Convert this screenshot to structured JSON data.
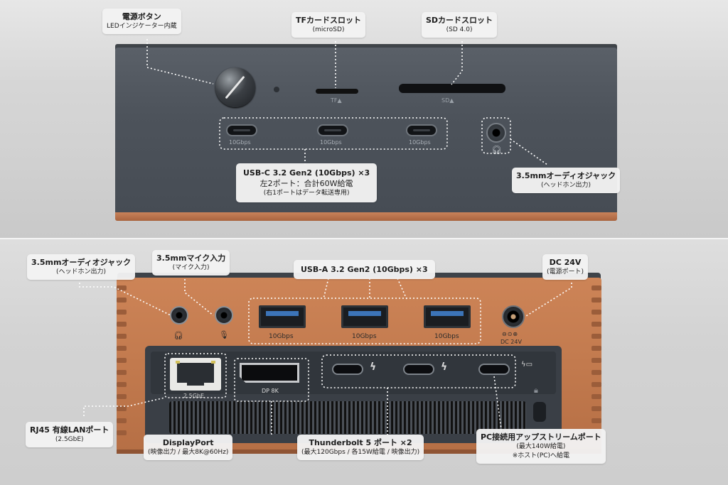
{
  "callouts": {
    "power": {
      "title": "電源ボタン",
      "sub": "LEDインジケーター内蔵"
    },
    "tf": {
      "title": "TFカードスロット",
      "sub": "(microSD)"
    },
    "sd": {
      "title": "SDカードスロット",
      "sub": "(SD 4.0)"
    },
    "usbc_front": {
      "title": "USB-C 3.2 Gen2 (10Gbps) ×3",
      "line2": "左2ポート：合計60W給電",
      "line3": "(右1ポートはデータ転送専用)"
    },
    "audio_front": {
      "title": "3.5mmオーディオジャック",
      "sub": "(ヘッドホン出力)"
    },
    "audio_rear": {
      "title": "3.5mmオーディオジャック",
      "sub": "(ヘッドホン出力)"
    },
    "mic_rear": {
      "title": "3.5mmマイク入力",
      "sub": "(マイク入力)"
    },
    "usba_rear": {
      "title": "USB-A 3.2 Gen2 (10Gbps) ×3"
    },
    "dc": {
      "title": "DC 24V",
      "sub": "(電源ポート)"
    },
    "rj45": {
      "title": "RJ45 有線LANポート",
      "sub": "(2.5GbE)"
    },
    "displayport": {
      "title": "DisplayPort",
      "sub": "(映像出力 / 最大8K@60Hz)"
    },
    "thunderbolt": {
      "title": "Thunderbolt 5 ポート ×2",
      "sub": "(最大120Gbps / 各15W給電 / 映像出力)"
    },
    "upstream": {
      "title": "PC接続用アップストリームポート",
      "line2": "(最大140W給電)",
      "line3": "※ホスト(PC)へ給電"
    }
  },
  "device_labels": {
    "tf_mark": "TF▲",
    "sd_mark": "SD▲",
    "front_usb_speeds": [
      "10Gbps",
      "10Gbps",
      "10Gbps"
    ],
    "rear_usb_speeds": [
      "10Gbps",
      "10Gbps",
      "10Gbps"
    ],
    "lan_speed": "2.5GbE",
    "dp_label": "DP 8K",
    "dc_label": "DC 24V"
  },
  "colors": {
    "front_body": "#4d535b",
    "rear_body": "#c27a4e",
    "callout_bg": "#f2f2f2",
    "leader_line": "#ffffff"
  }
}
